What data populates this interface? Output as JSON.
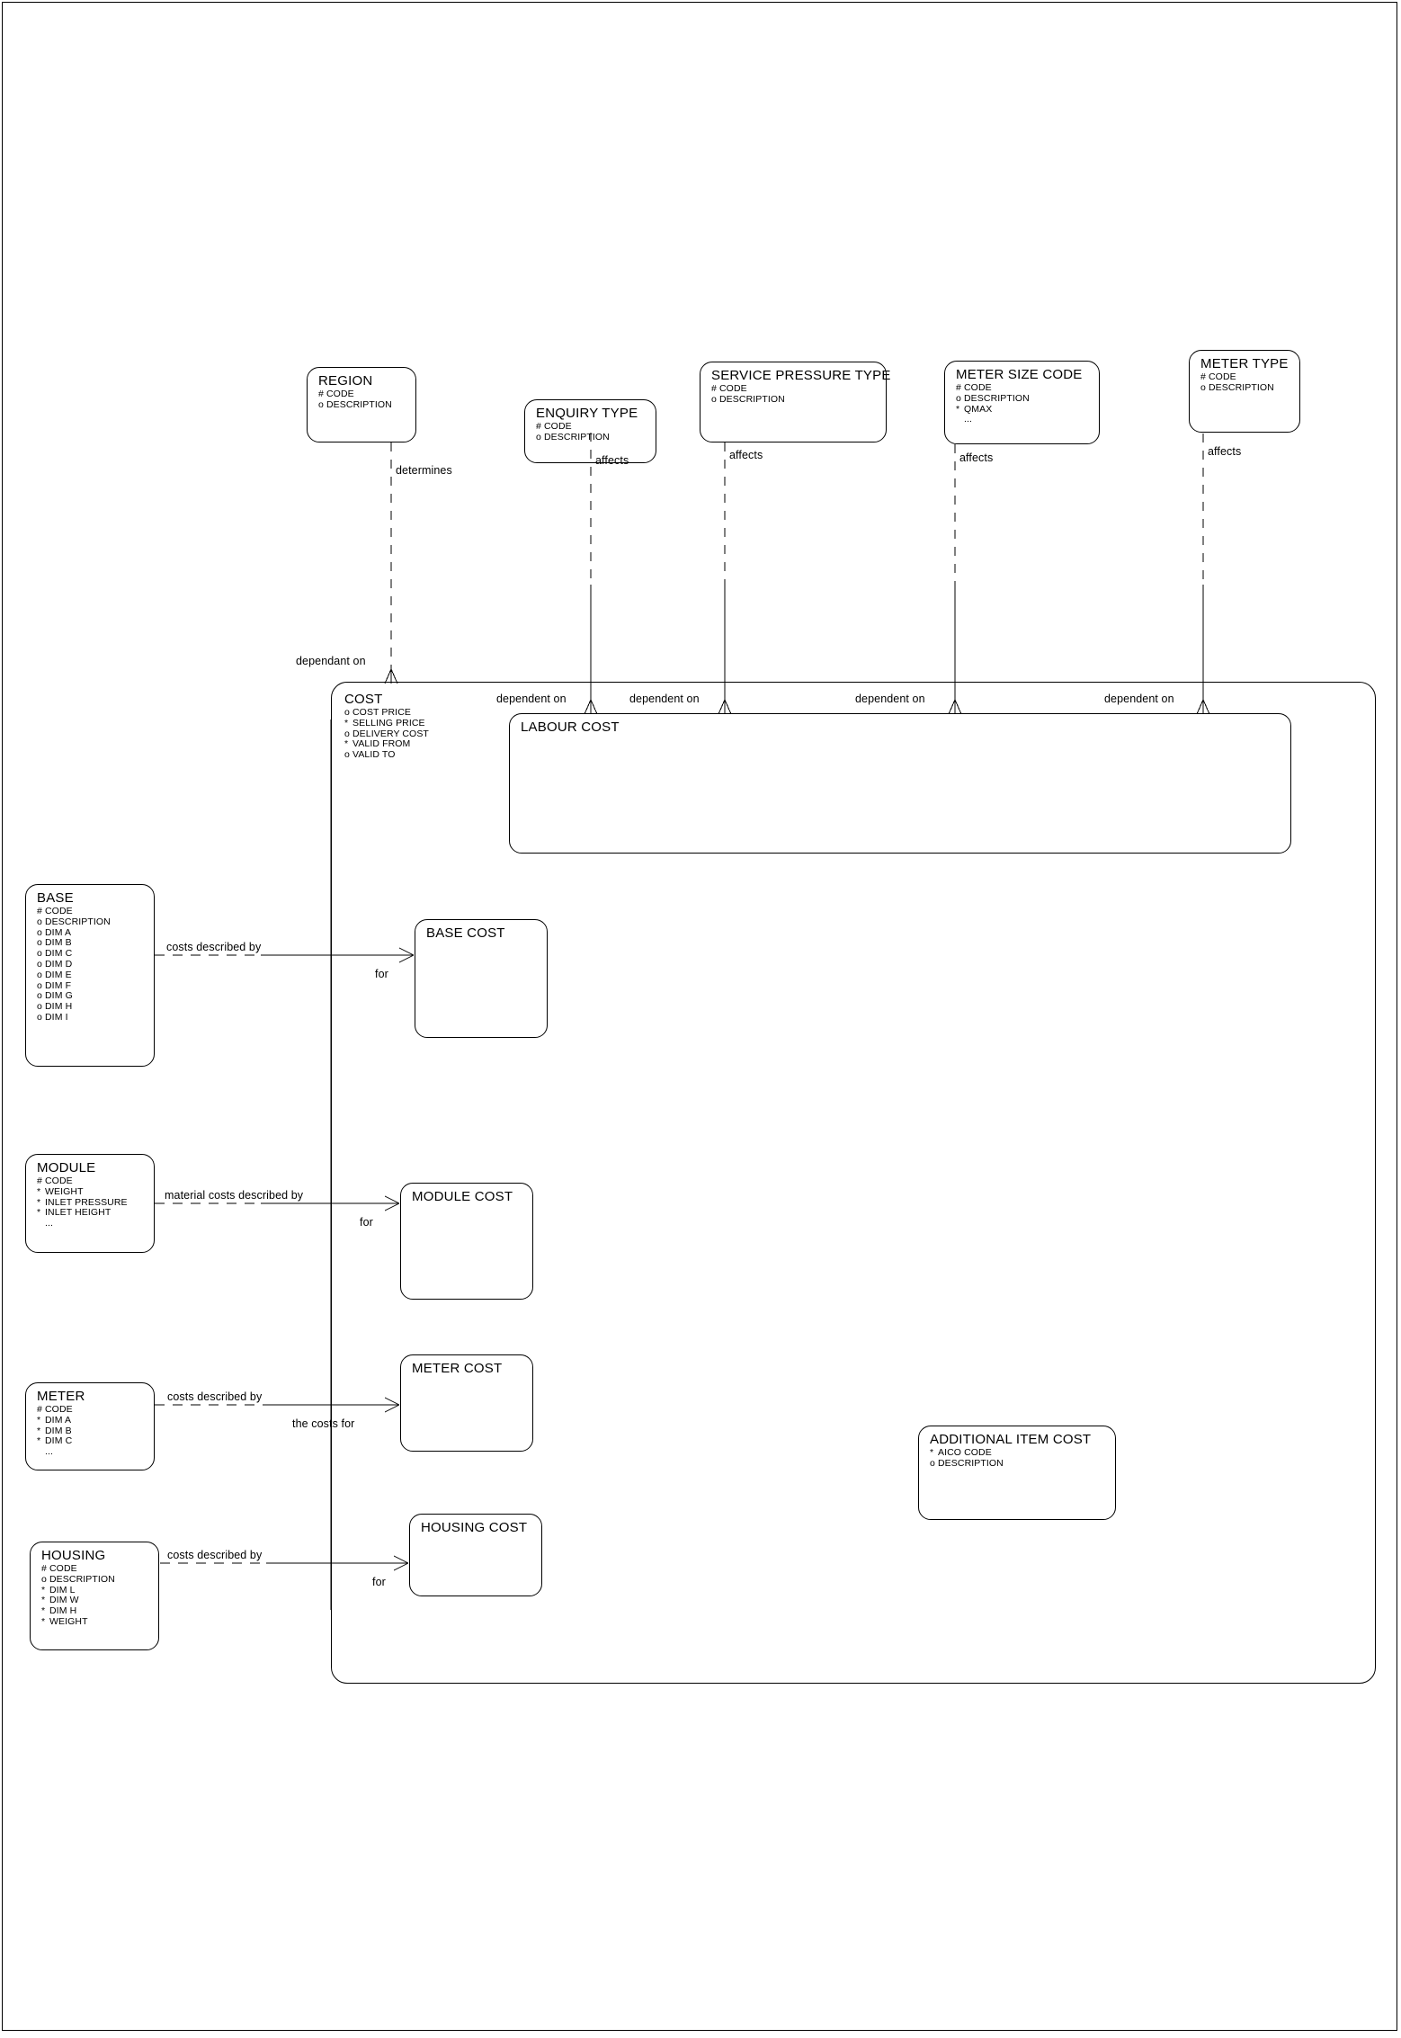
{
  "diagram": {
    "title": "Cost Entity Relationship Diagram",
    "line_color": "#000000",
    "background": "#ffffff"
  },
  "entities": [
    {
      "id": "region",
      "name": "REGION",
      "attributes": [
        {
          "mark": "#",
          "text": "CODE"
        },
        {
          "mark": "o",
          "text": "DESCRIPTION"
        }
      ]
    },
    {
      "id": "enquiry-type",
      "name": "ENQUIRY TYPE",
      "attributes": [
        {
          "mark": "#",
          "text": "CODE"
        },
        {
          "mark": "o",
          "text": "DESCRIPTION"
        }
      ]
    },
    {
      "id": "service-pressure-type",
      "name": "SERVICE PRESSURE TYPE",
      "attributes": [
        {
          "mark": "#",
          "text": "CODE"
        },
        {
          "mark": "o",
          "text": "DESCRIPTION"
        }
      ]
    },
    {
      "id": "meter-size-code",
      "name": "METER SIZE CODE",
      "attributes": [
        {
          "mark": "#",
          "text": "CODE"
        },
        {
          "mark": "o",
          "text": "DESCRIPTION"
        },
        {
          "mark": "*",
          "text": "QMAX"
        },
        {
          "mark": "",
          "text": "..."
        }
      ]
    },
    {
      "id": "meter-type",
      "name": "METER TYPE",
      "attributes": [
        {
          "mark": "#",
          "text": "CODE"
        },
        {
          "mark": "o",
          "text": "DESCRIPTION"
        }
      ]
    },
    {
      "id": "cost",
      "name": "COST",
      "attributes": [
        {
          "mark": "o",
          "text": "COST PRICE"
        },
        {
          "mark": "*",
          "text": "SELLING PRICE"
        },
        {
          "mark": "o",
          "text": "DELIVERY COST"
        },
        {
          "mark": "*",
          "text": "VALID FROM"
        },
        {
          "mark": "o",
          "text": "VALID TO"
        }
      ]
    },
    {
      "id": "labour-cost",
      "name": "LABOUR COST",
      "attributes": []
    },
    {
      "id": "base",
      "name": "BASE",
      "attributes": [
        {
          "mark": "#",
          "text": "CODE"
        },
        {
          "mark": "o",
          "text": "DESCRIPTION"
        },
        {
          "mark": "o",
          "text": "DIM A"
        },
        {
          "mark": "o",
          "text": "DIM B"
        },
        {
          "mark": "o",
          "text": "DIM C"
        },
        {
          "mark": "o",
          "text": "DIM D"
        },
        {
          "mark": "o",
          "text": "DIM E"
        },
        {
          "mark": "o",
          "text": "DIM F"
        },
        {
          "mark": "o",
          "text": "DIM G"
        },
        {
          "mark": "o",
          "text": "DIM H"
        },
        {
          "mark": "o",
          "text": "DIM I"
        }
      ]
    },
    {
      "id": "base-cost",
      "name": "BASE COST",
      "attributes": []
    },
    {
      "id": "module",
      "name": "MODULE",
      "attributes": [
        {
          "mark": "#",
          "text": "CODE"
        },
        {
          "mark": "*",
          "text": "WEIGHT"
        },
        {
          "mark": "*",
          "text": "INLET PRESSURE"
        },
        {
          "mark": "*",
          "text": "INLET HEIGHT"
        },
        {
          "mark": "",
          "text": "..."
        }
      ]
    },
    {
      "id": "module-cost",
      "name": "MODULE COST",
      "attributes": []
    },
    {
      "id": "meter",
      "name": "METER",
      "attributes": [
        {
          "mark": "#",
          "text": "CODE"
        },
        {
          "mark": "*",
          "text": "DIM A"
        },
        {
          "mark": "*",
          "text": "DIM B"
        },
        {
          "mark": "*",
          "text": "DIM C"
        },
        {
          "mark": "",
          "text": "..."
        }
      ]
    },
    {
      "id": "meter-cost",
      "name": "METER COST",
      "attributes": []
    },
    {
      "id": "housing",
      "name": "HOUSING",
      "attributes": [
        {
          "mark": "#",
          "text": "CODE"
        },
        {
          "mark": "o",
          "text": "DESCRIPTION"
        },
        {
          "mark": "*",
          "text": "DIM L"
        },
        {
          "mark": "*",
          "text": "DIM W"
        },
        {
          "mark": "*",
          "text": "DIM H"
        },
        {
          "mark": "*",
          "text": "WEIGHT"
        }
      ]
    },
    {
      "id": "housing-cost",
      "name": "HOUSING COST",
      "attributes": []
    },
    {
      "id": "additional-item-cost",
      "name": "ADDITIONAL ITEM COST",
      "attributes": [
        {
          "mark": "*",
          "text": "AICO CODE"
        },
        {
          "mark": "o",
          "text": "DESCRIPTION"
        }
      ]
    }
  ],
  "relationship_labels": {
    "determines": "determines",
    "dependant_on": "dependant on",
    "affects_enquiry": "affects",
    "affects_service_pressure": "affects",
    "affects_meter_size": "affects",
    "affects_meter_type": "affects",
    "dependent_on_1": "dependent on",
    "dependent_on_2": "dependent on",
    "dependent_on_3": "dependent on",
    "dependent_on_4": "dependent on",
    "base_costs_described_by": "costs described by",
    "base_for": "for",
    "module_material_costs_described_by": "material costs described by",
    "module_for": "for",
    "meter_costs_described_by": "costs described by",
    "meter_the_costs_for": "the costs for",
    "housing_costs_described_by": "costs described by",
    "housing_for": "for"
  }
}
